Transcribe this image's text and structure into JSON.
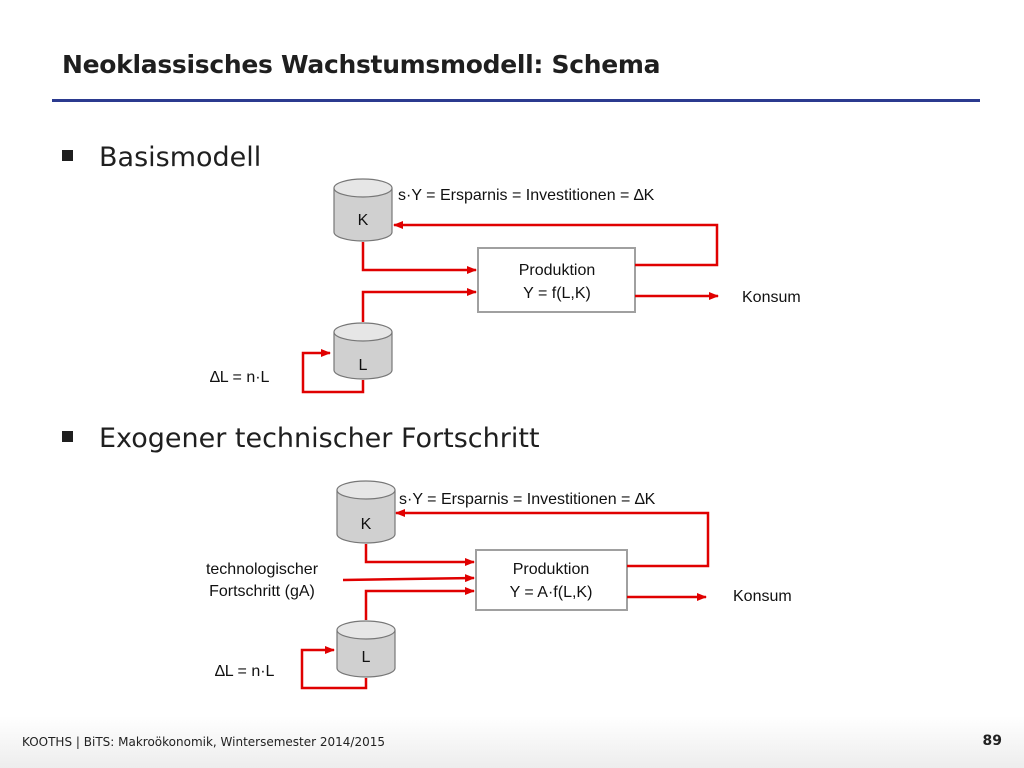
{
  "header": {
    "title": "Neoklassisches Wachstumsmodell: Schema"
  },
  "colors": {
    "accent_rule": "#2b3a8f",
    "arrow": "#e00000",
    "box_border": "#a0a0a0"
  },
  "sections": [
    {
      "bullet": "Basismodell",
      "cyl_k": "K",
      "cyl_l": "L",
      "feedback_label": "s·Y = Ersparnis = Investitionen = ∆K",
      "box_line1": "Produktion",
      "box_line2": "Y = f(L,K)",
      "konsum": "Konsum",
      "labor_growth": "∆L = n·L"
    },
    {
      "bullet": "Exogener technischer Fortschritt",
      "cyl_k": "K",
      "cyl_l": "L",
      "feedback_label": "s·Y = Ersparnis = Investitionen = ∆K",
      "box_line1": "Produktion",
      "box_line2": "Y = A·f(L,K)",
      "konsum": "Konsum",
      "labor_growth": "∆L = n·L",
      "tech_line1": "technologischer",
      "tech_line2": "Fortschritt (gA)"
    }
  ],
  "footer": {
    "text": "KOOTHS | BiTS: Makroökonomik, Wintersemester 2014/2015",
    "page": "89"
  }
}
